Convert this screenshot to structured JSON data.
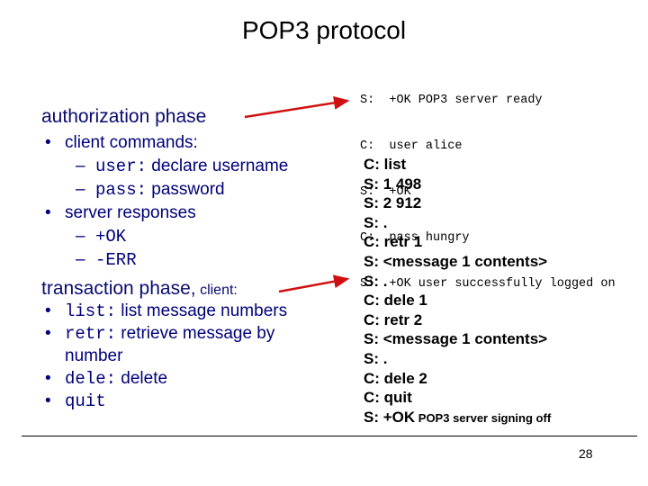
{
  "title": "POP3 protocol",
  "authorization": {
    "heading": "authorization phase",
    "items": [
      {
        "bullet": "•",
        "text": "client commands:"
      },
      {
        "dash": "–",
        "code": "user:",
        "text": " declare username"
      },
      {
        "dash": "–",
        "code": "pass:",
        "text": " password"
      },
      {
        "bullet": "•",
        "text": "server responses"
      },
      {
        "dash": "–",
        "code": "+OK",
        "text": ""
      },
      {
        "dash": "–",
        "code": "-ERR",
        "text": ""
      }
    ]
  },
  "transaction": {
    "heading": "transaction phase,",
    "heading_suffix": "client:",
    "items": [
      {
        "bullet": "•",
        "code": "list:",
        "text": " list message numbers"
      },
      {
        "bullet": "•",
        "code": "retr:",
        "text": " retrieve message by"
      },
      {
        "bullet": "",
        "code": "",
        "text": "number"
      },
      {
        "bullet": "•",
        "code": "dele:",
        "text": " delete"
      },
      {
        "bullet": "•",
        "code": "quit",
        "text": ""
      }
    ]
  },
  "auth_dialog": [
    "S:  +OK POP3 server ready",
    "C:  user alice",
    "S:  +OK",
    "C:  pass hungry",
    "S:  +OK user successfully logged on"
  ],
  "transcript": [
    "C: list",
    "S: 1 498",
    "S: 2 912",
    "S: .",
    "C: retr 1",
    "S: <message 1 contents>",
    "S: .",
    "C: dele 1",
    "C: retr 2",
    "S: <message 1 contents>",
    "S: .",
    "C: dele 2",
    "C: quit"
  ],
  "transcript_last": {
    "prefix": "S: +OK",
    "suffix": " POP3 server signing off"
  },
  "page_number": "28",
  "colors": {
    "heading": "#0a0a6e",
    "bullets": "#00007a",
    "arrow": "#d01010"
  }
}
